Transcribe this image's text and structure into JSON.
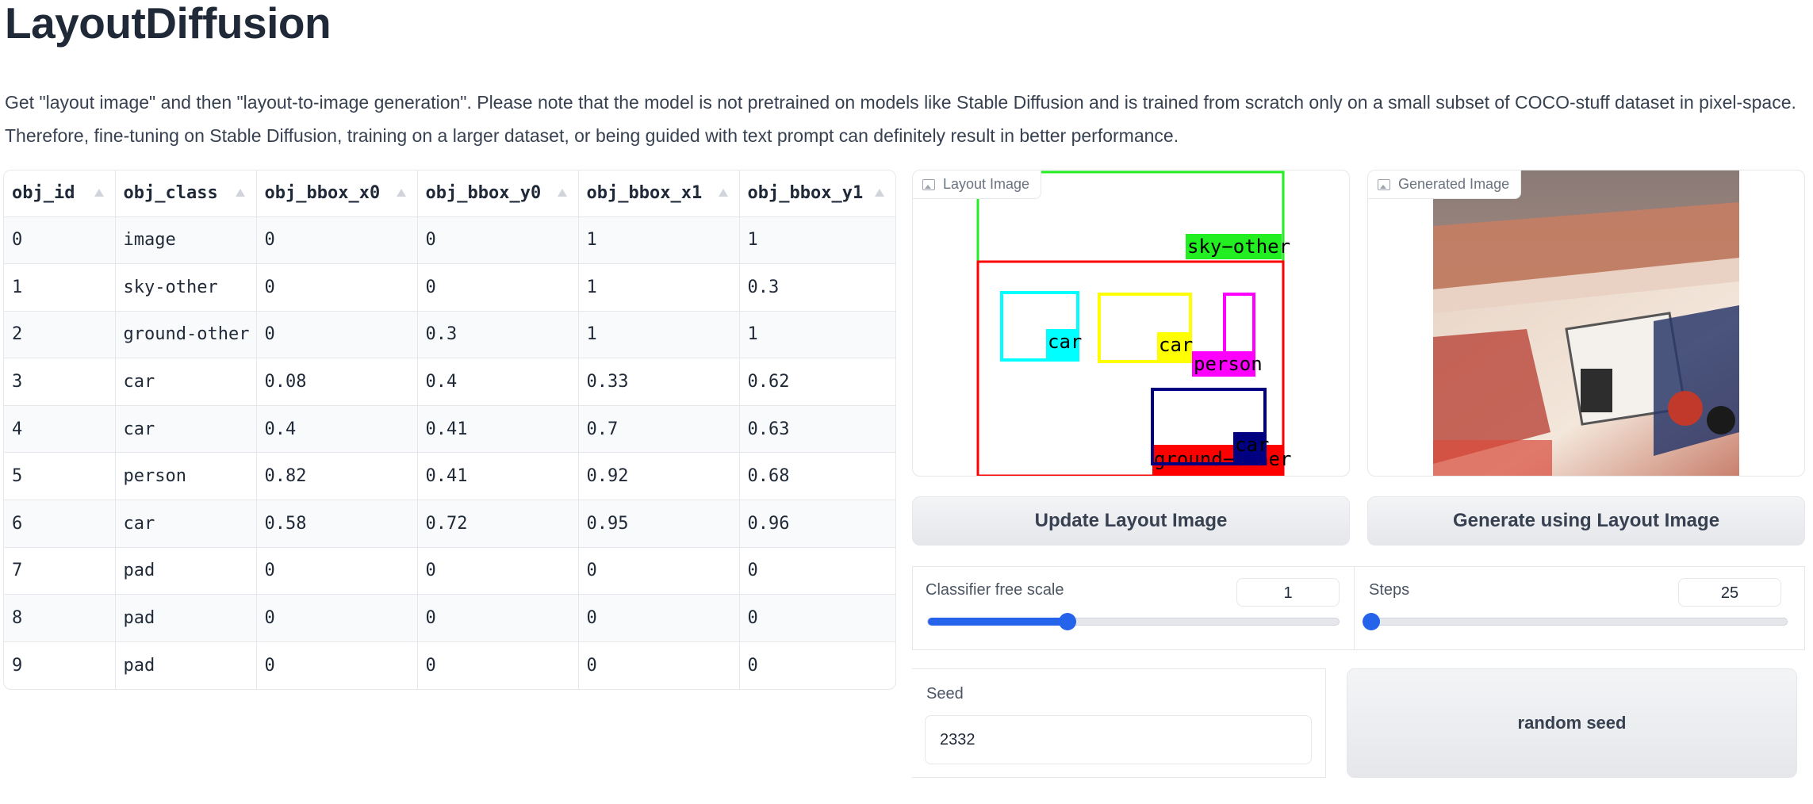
{
  "app": {
    "title": "LayoutDiffusion",
    "description": "Get \"layout image\" and then \"layout-to-image generation\". Please note that the model is not pretrained on models like Stable Diffusion and is trained from scratch only on a small subset of COCO-stuff dataset in pixel-space. Therefore, fine-tuning on Stable Diffusion, training on a larger dataset, or being guided with text prompt can definitely result in better performance."
  },
  "table": {
    "columns": [
      "obj_id",
      "obj_class",
      "obj_bbox_x0",
      "obj_bbox_y0",
      "obj_bbox_x1",
      "obj_bbox_y1"
    ],
    "rows": [
      [
        "0",
        "image",
        "0",
        "0",
        "1",
        "1"
      ],
      [
        "1",
        "sky-other",
        "0",
        "0",
        "1",
        "0.3"
      ],
      [
        "2",
        "ground-other",
        "0",
        "0.3",
        "1",
        "1"
      ],
      [
        "3",
        "car",
        "0.08",
        "0.4",
        "0.33",
        "0.62"
      ],
      [
        "4",
        "car",
        "0.4",
        "0.41",
        "0.7",
        "0.63"
      ],
      [
        "5",
        "person",
        "0.82",
        "0.41",
        "0.92",
        "0.68"
      ],
      [
        "6",
        "car",
        "0.58",
        "0.72",
        "0.95",
        "0.96"
      ],
      [
        "7",
        "pad",
        "0",
        "0",
        "0",
        "0"
      ],
      [
        "8",
        "pad",
        "0",
        "0",
        "0",
        "0"
      ],
      [
        "9",
        "pad",
        "0",
        "0",
        "0",
        "0"
      ]
    ]
  },
  "layout_panel": {
    "label": "Layout Image",
    "icon": "image-icon",
    "boxes": {
      "sky": "sky−other",
      "car1": "car",
      "car2": "car",
      "person": "person",
      "ground": "ground−other",
      "car3": "car"
    },
    "colors": {
      "sky": "#22ee22",
      "ground": "#ff0000",
      "car1": "#00ffff",
      "car2": "#ffff00",
      "person": "#ff00ff",
      "car3": "#000080"
    }
  },
  "generated_panel": {
    "label": "Generated Image",
    "icon": "image-icon"
  },
  "buttons": {
    "update_layout": "Update Layout Image",
    "generate": "Generate using Layout Image",
    "random_seed": "random seed"
  },
  "cfg_slider": {
    "label": "Classifier free scale",
    "value": "1",
    "fraction": 0.34
  },
  "steps_slider": {
    "label": "Steps",
    "value": "25",
    "fraction": 0.0
  },
  "seed": {
    "label": "Seed",
    "value": "2332"
  },
  "theme": {
    "accent": "#2563eb"
  }
}
